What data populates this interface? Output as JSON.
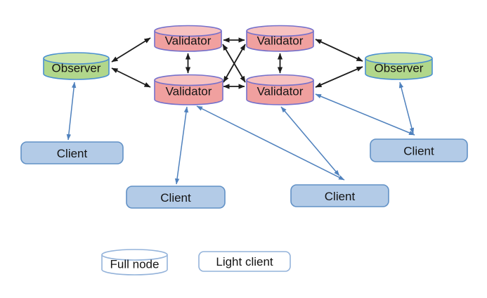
{
  "colors": {
    "background": "#ffffff",
    "validator_fill": "#f0a09f",
    "validator_top_fill": "#f6c2c1",
    "validator_border": "#7570cb",
    "observer_fill": "#b1d78b",
    "observer_top_fill": "#cbe5ab",
    "observer_border": "#4a90d0",
    "client_fill": "#b3cbe7",
    "client_border": "#6191c6",
    "legend_fill": "#ffffff",
    "legend_border": "#94b3da",
    "arrow_black": "#1c1c1c",
    "arrow_blue": "#4f81bd",
    "label_text": "#141414"
  },
  "nodes": {
    "observer_left": {
      "label": "Observer",
      "shape": "cylinder"
    },
    "observer_right": {
      "label": "Observer",
      "shape": "cylinder"
    },
    "validator_top_left": {
      "label": "Validator",
      "shape": "cylinder"
    },
    "validator_top_right": {
      "label": "Validator",
      "shape": "cylinder"
    },
    "validator_bottom_left": {
      "label": "Validator",
      "shape": "cylinder"
    },
    "validator_bottom_right": {
      "label": "Validator",
      "shape": "cylinder"
    },
    "client_far_left": {
      "label": "Client",
      "shape": "rounded-rect"
    },
    "client_mid_left": {
      "label": "Client",
      "shape": "rounded-rect"
    },
    "client_mid_right": {
      "label": "Client",
      "shape": "rounded-rect"
    },
    "client_far_right": {
      "label": "Client",
      "shape": "rounded-rect"
    }
  },
  "legend": {
    "full_node": {
      "label": "Full node",
      "shape": "cylinder"
    },
    "light_client": {
      "label": "Light client",
      "shape": "rounded-rect"
    }
  },
  "edges": [
    {
      "from": "observer_left",
      "to": "validator_top_left",
      "style": "black",
      "bidirectional": true
    },
    {
      "from": "observer_left",
      "to": "validator_bottom_left",
      "style": "black",
      "bidirectional": true
    },
    {
      "from": "validator_top_left",
      "to": "validator_top_right",
      "style": "black",
      "bidirectional": true
    },
    {
      "from": "validator_bottom_left",
      "to": "validator_bottom_right",
      "style": "black",
      "bidirectional": true
    },
    {
      "from": "validator_top_left",
      "to": "validator_bottom_left",
      "style": "black",
      "bidirectional": true
    },
    {
      "from": "validator_top_right",
      "to": "validator_bottom_right",
      "style": "black",
      "bidirectional": true
    },
    {
      "from": "validator_top_left",
      "to": "validator_bottom_right",
      "style": "black",
      "bidirectional": true
    },
    {
      "from": "validator_top_right",
      "to": "validator_bottom_left",
      "style": "black",
      "bidirectional": true
    },
    {
      "from": "validator_top_right",
      "to": "observer_right",
      "style": "black",
      "bidirectional": true
    },
    {
      "from": "validator_bottom_right",
      "to": "observer_right",
      "style": "black",
      "bidirectional": true
    },
    {
      "from": "observer_left",
      "to": "client_far_left",
      "style": "blue",
      "bidirectional": true
    },
    {
      "from": "validator_bottom_left",
      "to": "client_mid_left",
      "style": "blue",
      "bidirectional": true
    },
    {
      "from": "validator_bottom_left",
      "to": "client_mid_right",
      "style": "blue",
      "bidirectional": true
    },
    {
      "from": "validator_bottom_right",
      "to": "client_mid_right",
      "style": "blue",
      "bidirectional": true
    },
    {
      "from": "validator_bottom_right",
      "to": "client_far_right",
      "style": "blue",
      "bidirectional": true
    },
    {
      "from": "observer_right",
      "to": "client_far_right",
      "style": "blue",
      "bidirectional": true
    }
  ]
}
